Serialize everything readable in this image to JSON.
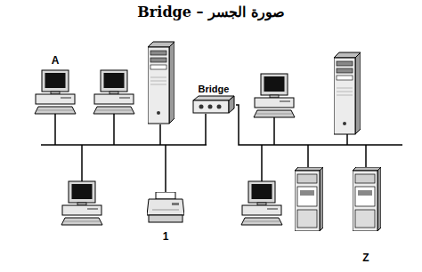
{
  "diagram": {
    "title": "صورة الجسر – Bridge",
    "nodes": [
      {
        "text": [
          "Bridge"
        ]
      }
    ],
    "labels": [
      "A",
      "1",
      "Z"
    ]
  }
}
